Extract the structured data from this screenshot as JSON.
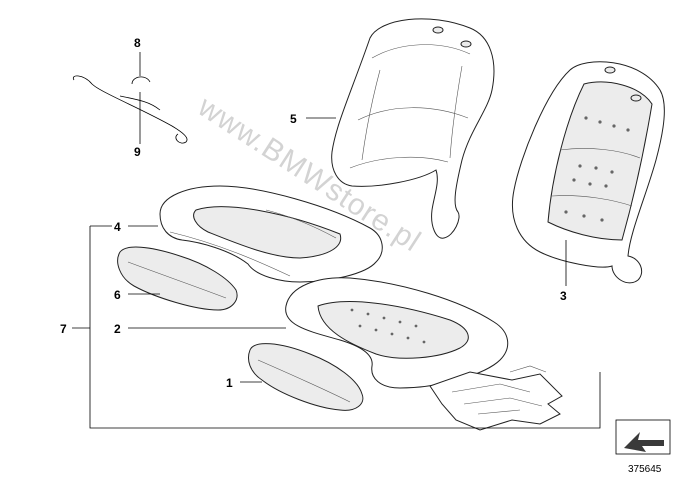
{
  "callouts": {
    "c1": "1",
    "c2": "2",
    "c3": "3",
    "c4": "4",
    "c5": "5",
    "c6": "6",
    "c7": "7",
    "c8": "8",
    "c9": "9"
  },
  "watermark": "www.BMWstore.pl",
  "reference_number": "375645",
  "icons": {
    "direction": "arrow-left-down-icon"
  }
}
